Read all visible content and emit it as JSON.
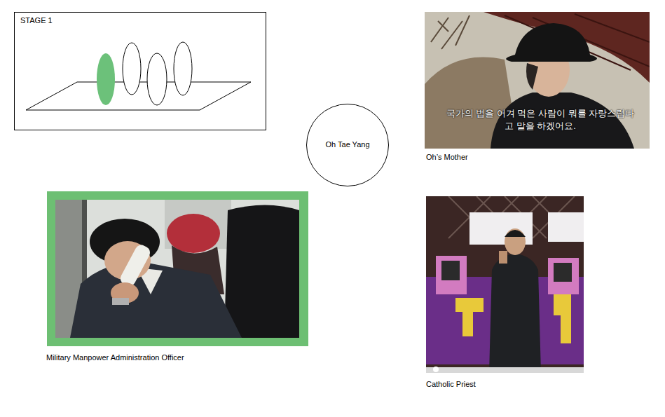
{
  "diagram": {
    "nodes": [
      {
        "text": [
          "STAGE 1"
        ]
      },
      {
        "text": [
          "국가의 법을 어겨 먹은 사람이 뭐를 자랑스럽다고 말을 하겠어요.",
          "Oh’s Mother"
        ]
      },
      {
        "text": [
          "Oh Tae Yang"
        ]
      },
      {
        "text": [
          "Military Manpower Administration Officer"
        ]
      },
      {
        "text": [
          "Catholic Priest"
        ]
      }
    ]
  }
}
